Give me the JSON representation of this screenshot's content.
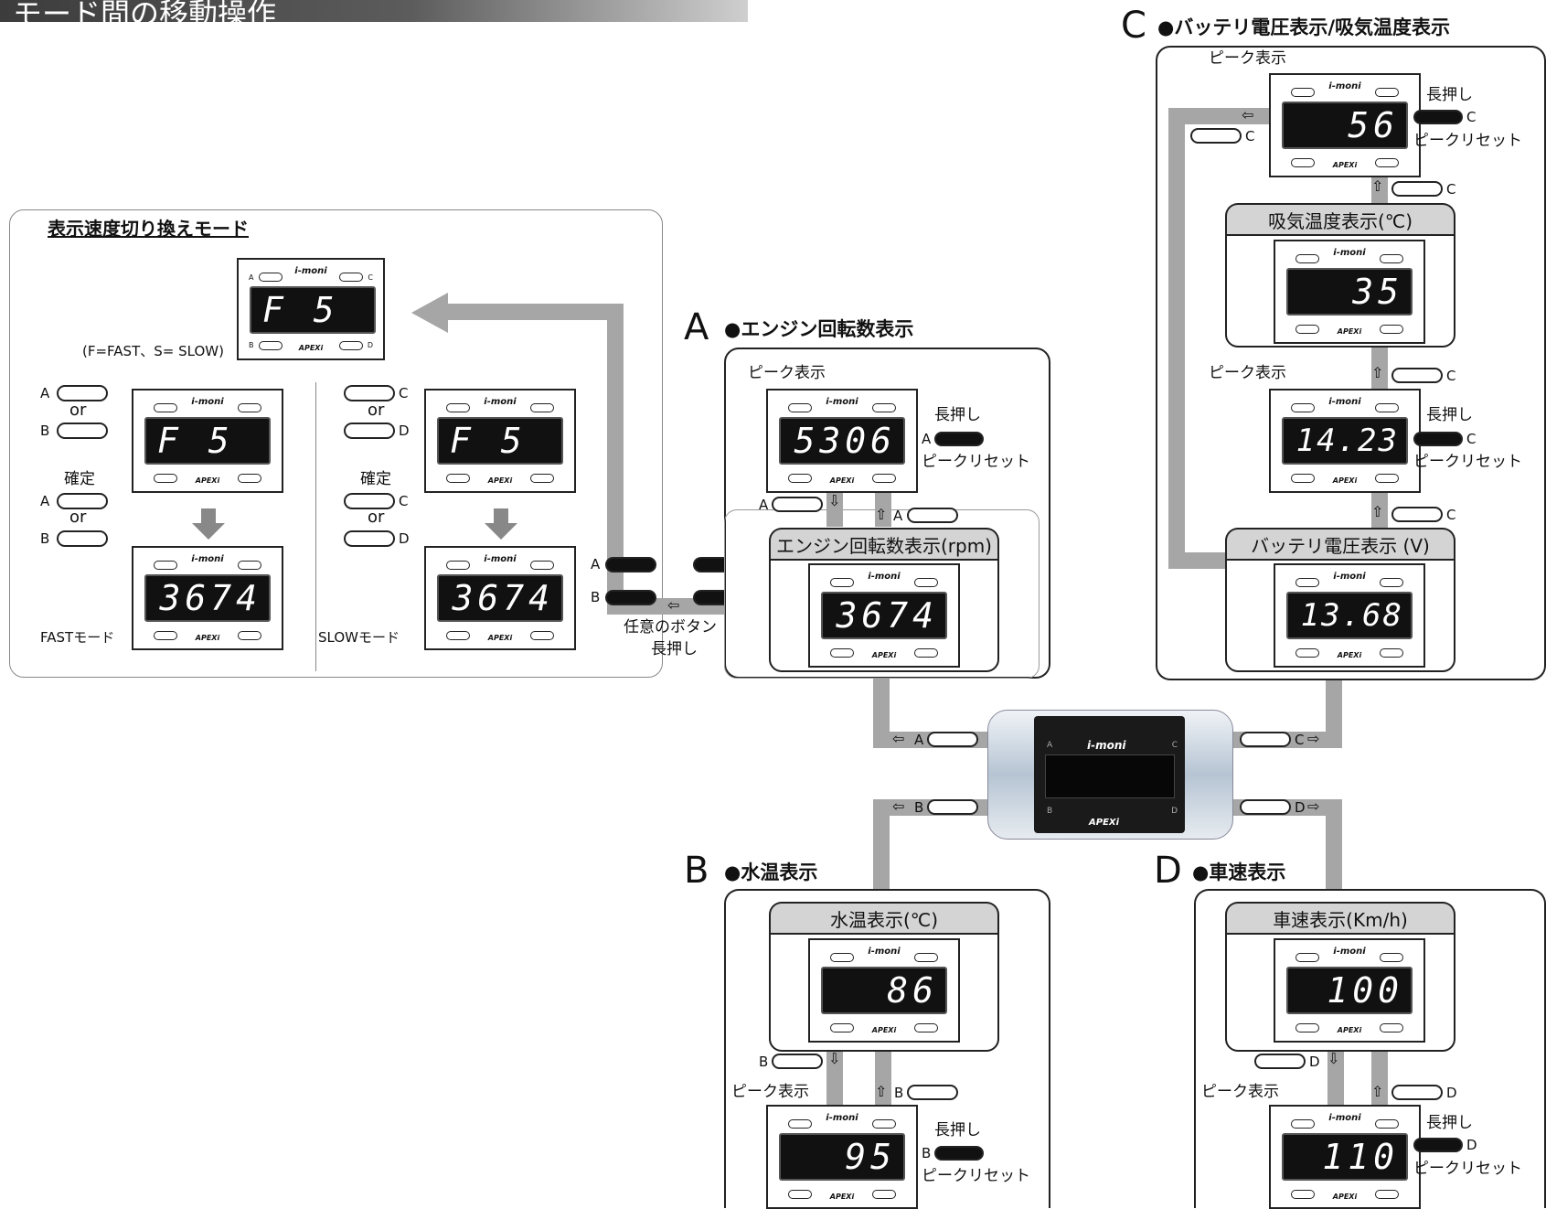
{
  "header": {
    "title": "モード間の移動操作"
  },
  "common": {
    "brand": "i-moni",
    "maker": "APEXi",
    "btn_a": "A",
    "btn_b": "B",
    "btn_c": "C",
    "btn_d": "D",
    "peak_display": "ピーク表示",
    "long_press": "長押し",
    "peak_reset": "ピークリセット",
    "or": "or",
    "confirm": "確定"
  },
  "speed_mode": {
    "title": "表示速度切り換えモード",
    "note": "(F=FAST、S= SLOW)",
    "top_val": "F   5",
    "fast_sel_val": "F    5",
    "slow_sel_val": "F    5",
    "fast_val": "3674",
    "slow_val": "3674",
    "fast_label": "FASTモード",
    "slow_label": "SLOWモード",
    "any_button": "任意のボタン",
    "any_button_long": "長押し"
  },
  "section_a": {
    "letter": "A",
    "title": "●エンジン回転数表示",
    "caption": "エンジン回転数表示(rpm)",
    "peak_val": "5306",
    "val": "3674"
  },
  "section_b": {
    "letter": "B",
    "title": "●水温表示",
    "caption": "水温表示(℃)",
    "peak_val": "95",
    "val": "86"
  },
  "section_c": {
    "letter": "C",
    "title": "●バッテリ電圧表示/吸気温度表示",
    "caption_intake": "吸気温度表示(℃)",
    "caption_batt": "バッテリ電圧表示 (V)",
    "peak_intake": "56",
    "intake_val": "35",
    "peak_batt": "14.23",
    "batt_val": "13.68"
  },
  "section_d": {
    "letter": "D",
    "title": "●車速表示",
    "caption": "車速表示(Km/h)",
    "peak_val": "110",
    "val": "100"
  }
}
